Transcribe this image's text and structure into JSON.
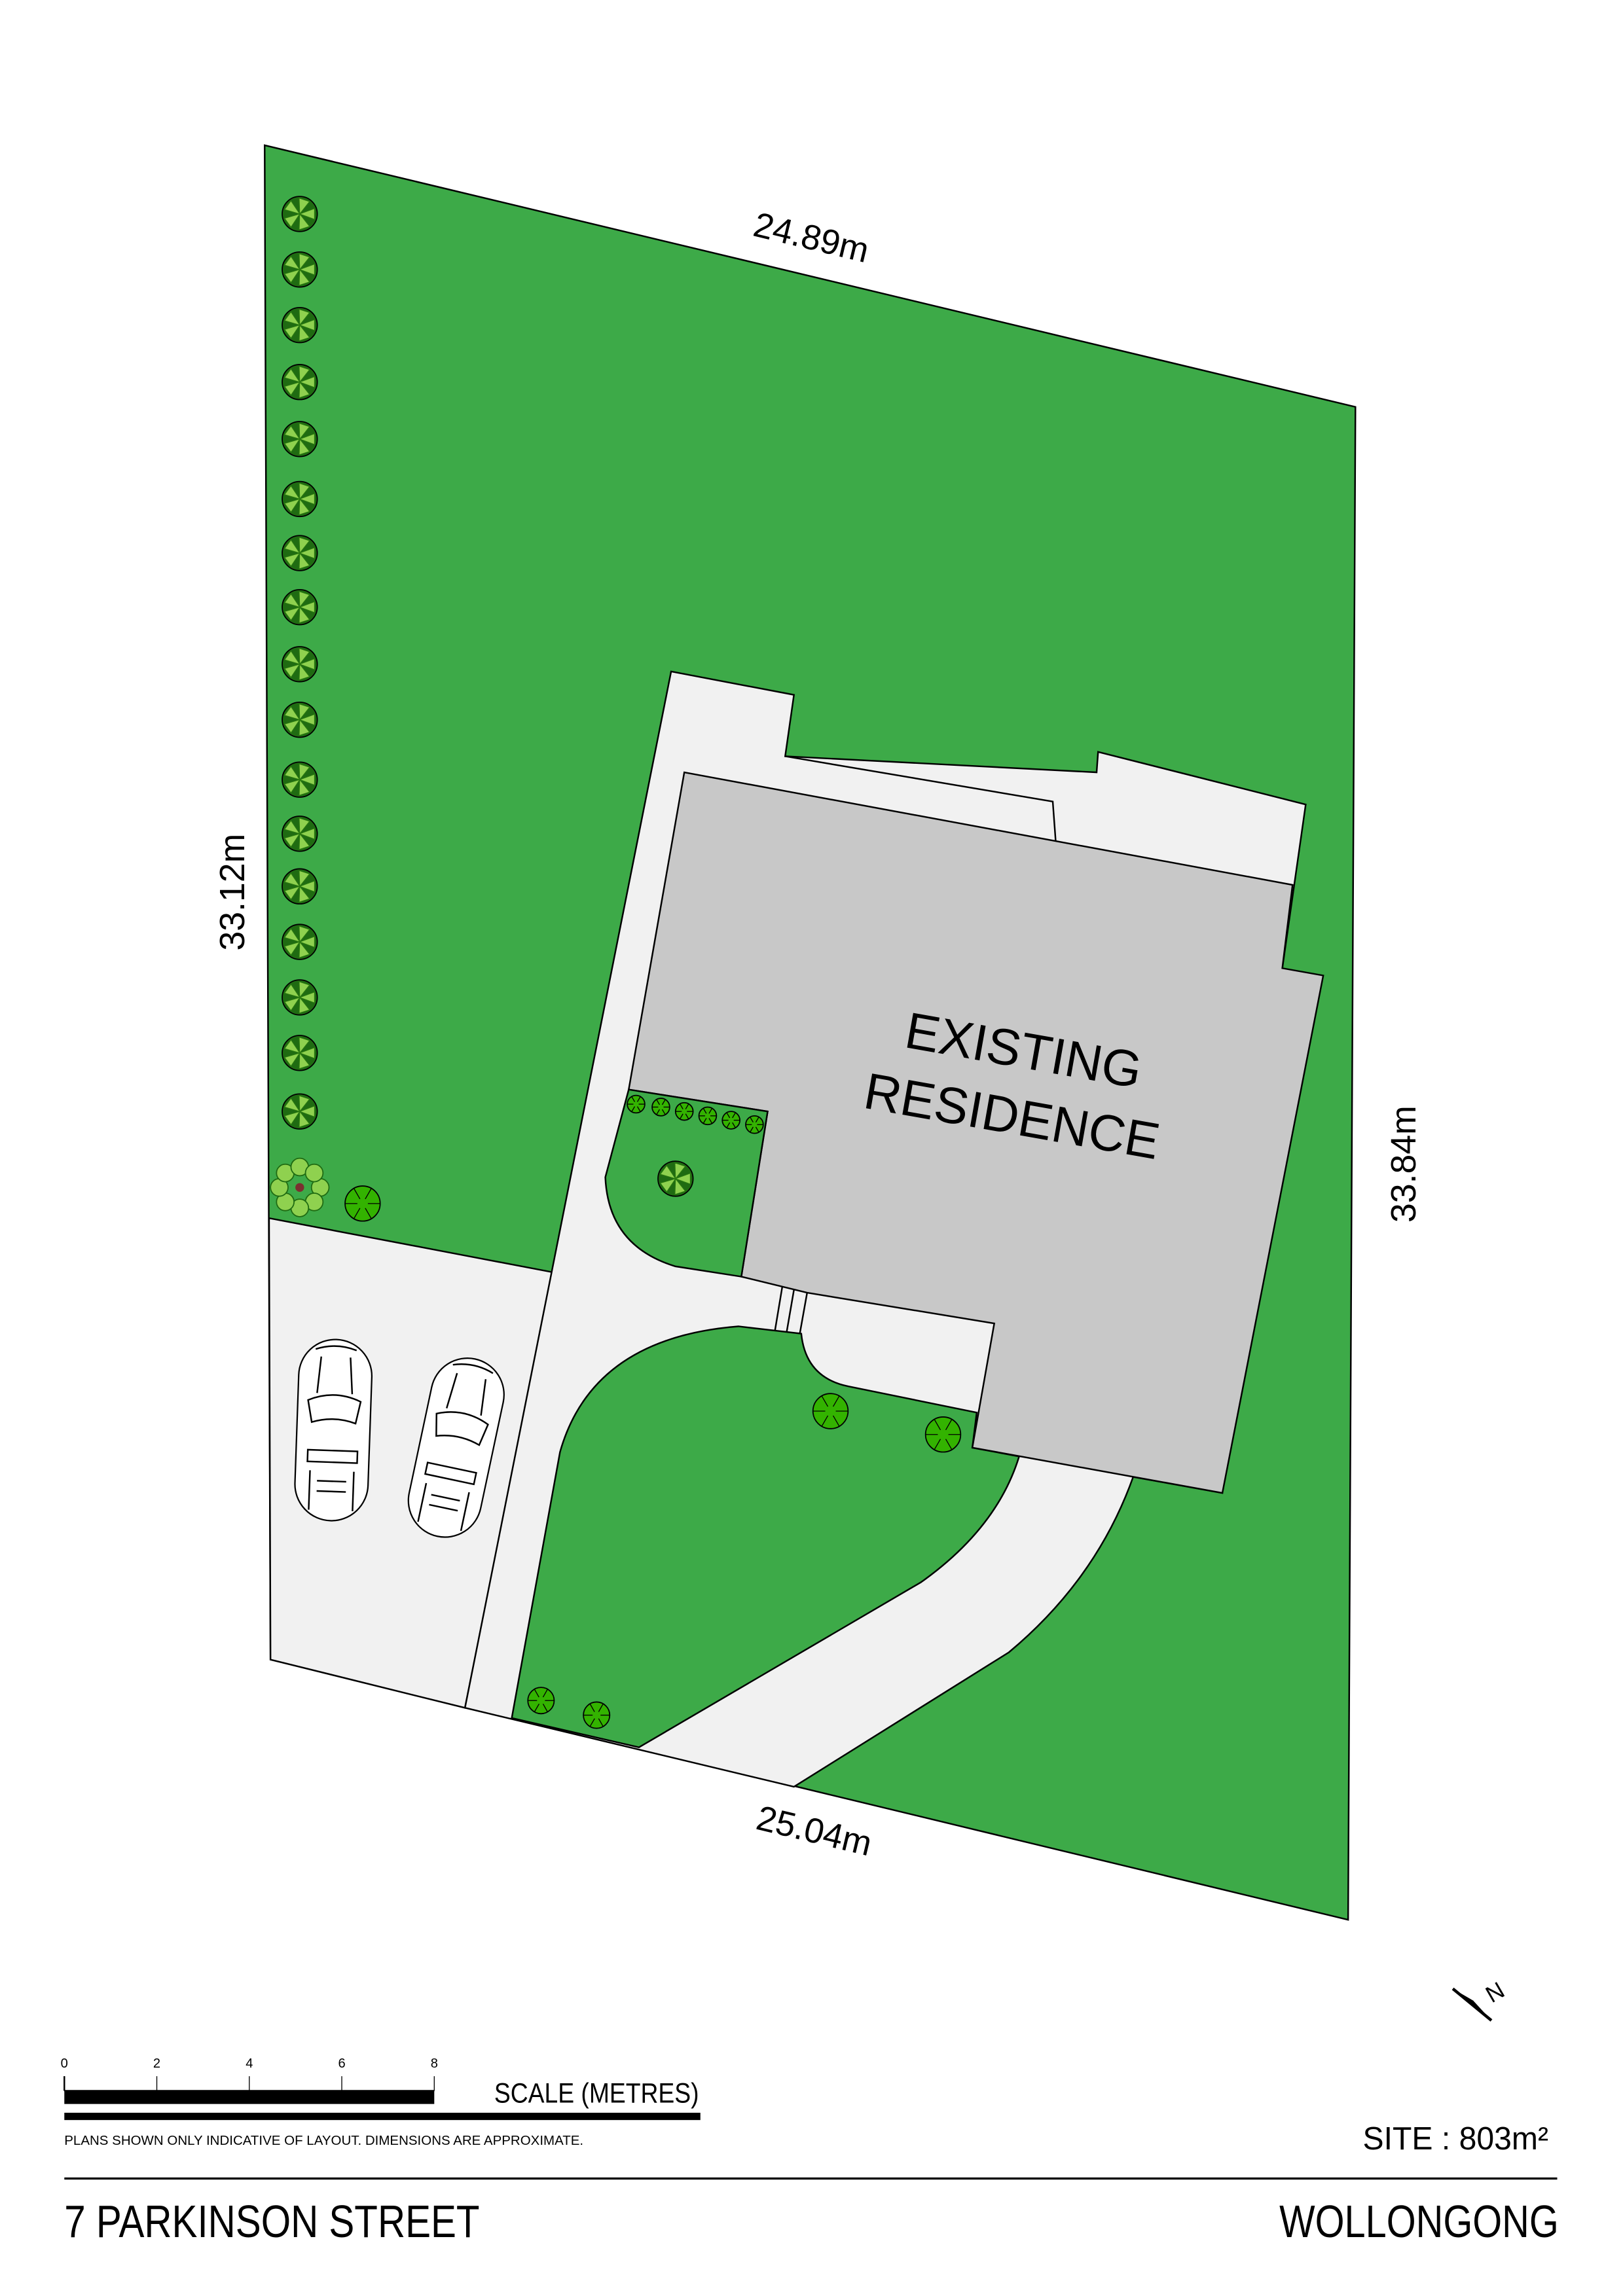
{
  "colors": {
    "lawn": "#3daa48",
    "paving": "#f1f1f1",
    "house": "#c8c8c8",
    "tree_dark": "#1f6b12",
    "tree_light": "#8fd14f",
    "shrub": "#33b300"
  },
  "dimensions": {
    "top": "24.89m",
    "left": "33.12m",
    "right": "33.84m",
    "bottom": "25.04m"
  },
  "building_label": {
    "line1": "EXISTING",
    "line2": "RESIDENCE"
  },
  "scale": {
    "ticks": [
      "0",
      "2",
      "4",
      "6",
      "8"
    ],
    "label": "SCALE (METRES)"
  },
  "disclaimer": "PLANS SHOWN ONLY INDICATIVE OF LAYOUT.  DIMENSIONS ARE APPROXIMATE.",
  "site_area": "SITE  :  803m²",
  "address": "7 PARKINSON STREET",
  "suburb": "WOLLONGONG",
  "north_label": "N"
}
